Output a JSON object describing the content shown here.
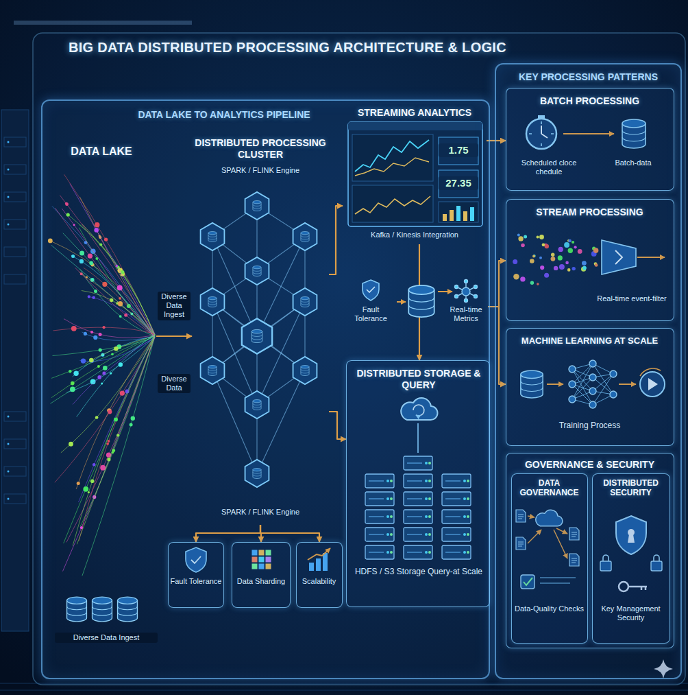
{
  "diagram": {
    "title": "BIG DATA DISTRIBUTED PROCESSING ARCHITECTURE & LOGIC",
    "nodes": [
      {
        "text": [
          "DATA LAKE TO ANALYTICS PIPELINE"
        ]
      },
      {
        "text": [
          "DATA LAKE"
        ],
        "in": 0
      },
      {
        "text": [
          "DISTRIBUTED PROCESSING CLUSTER",
          "SPARK / FLINK Engine",
          "SPARK / FLINK Engine"
        ],
        "in": 0
      },
      {
        "text": [
          "STREAMING ANALYTICS",
          "Kafka / Kinesis Integration"
        ],
        "in": 0
      },
      {
        "text": [
          "Fault Tolerance"
        ],
        "in": 0
      },
      {
        "text": [
          "Real-time Metrics"
        ],
        "in": 0
      },
      {
        "text": [
          "DISTRIBUTED STORAGE & QUERY",
          "HDFS / S3 Storage Query-at Scale"
        ],
        "in": 0
      },
      {
        "text": [
          "Fault Tolerance"
        ],
        "in": 0
      },
      {
        "text": [
          "Data Sharding"
        ],
        "in": 0
      },
      {
        "text": [
          "Scalability"
        ],
        "in": 0
      },
      {
        "text": [
          "KEY PROCESSING PATTERNS"
        ]
      },
      {
        "text": [
          "BATCH PROCESSING",
          "Scheduled cloce chedule",
          "Batch-data"
        ],
        "in": 10
      },
      {
        "text": [
          "STREAM PROCESSING",
          "Real-time event-filter"
        ],
        "in": 10
      },
      {
        "text": [
          "MACHINE LEARNING AT SCALE",
          "Training Process"
        ],
        "in": 10
      },
      {
        "text": [
          "GOVERNANCE & SECURITY"
        ],
        "in": 10
      },
      {
        "text": [
          "DATA GOVERNANCE",
          "Data-Quality Checks"
        ],
        "in": 14
      },
      {
        "text": [
          "DISTRIBUTED SECURITY",
          "Key Management Security"
        ],
        "in": 14
      }
    ],
    "edges": [
      {
        "from": 1,
        "to": 2,
        "arrow": "to"
      },
      {
        "from": 2,
        "to": 3,
        "arrow": "to"
      },
      {
        "from": 2,
        "to": 6,
        "arrow": "to"
      },
      {
        "from": 2,
        "to": 7,
        "arrow": "to"
      },
      {
        "from": 2,
        "to": 8,
        "arrow": "to"
      },
      {
        "from": 2,
        "to": 9,
        "arrow": "to"
      },
      {
        "from": 3,
        "to": 11,
        "arrow": "to"
      },
      {
        "from": 3,
        "to": 6,
        "arrow": "to"
      },
      {
        "from": 5,
        "to": 12,
        "arrow": "to"
      },
      {
        "from": 5,
        "to": 13,
        "arrow": "to"
      }
    ],
    "labels": [
      "Diverse Data Ingest",
      "Diverse Data",
      "Diverse Data Ingest",
      "1.75",
      "27.35"
    ]
  }
}
